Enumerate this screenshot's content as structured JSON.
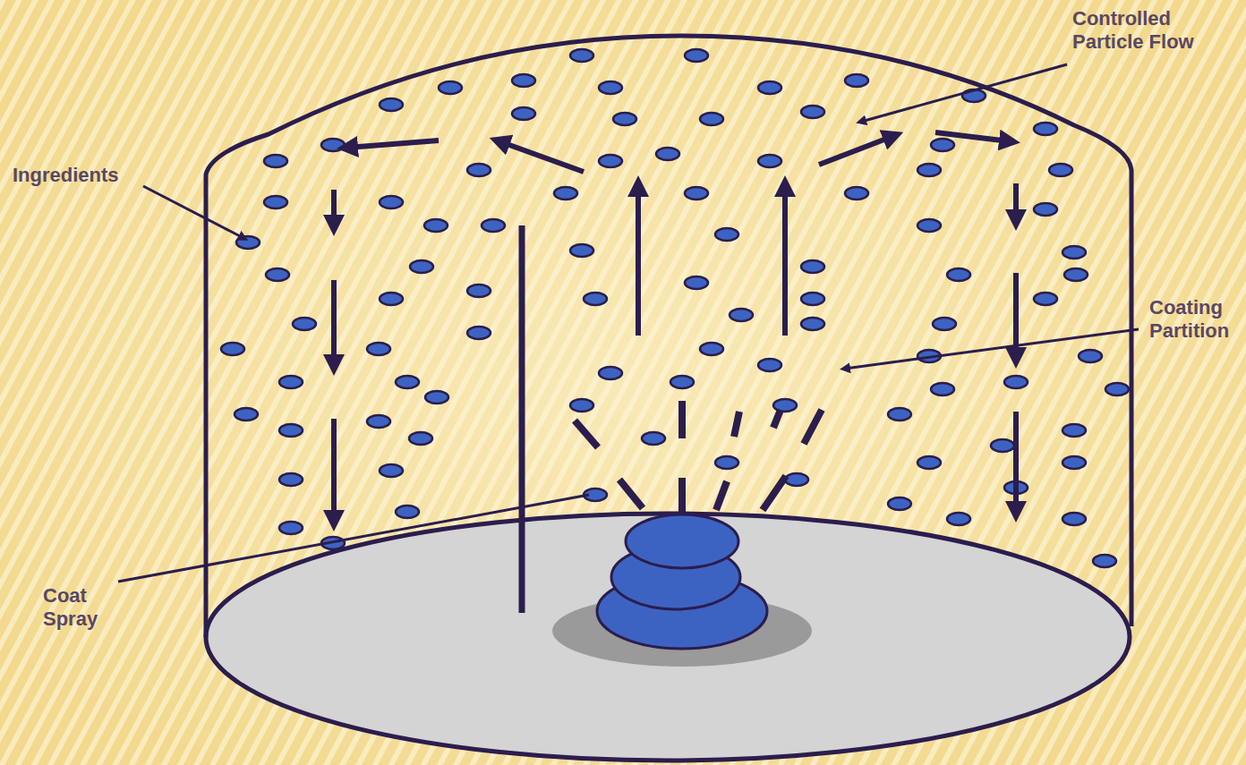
{
  "diagram": {
    "labels": [
      "Controlled Particle Flow",
      "Ingredients",
      "Coating Partition",
      "Coat Spray"
    ]
  }
}
